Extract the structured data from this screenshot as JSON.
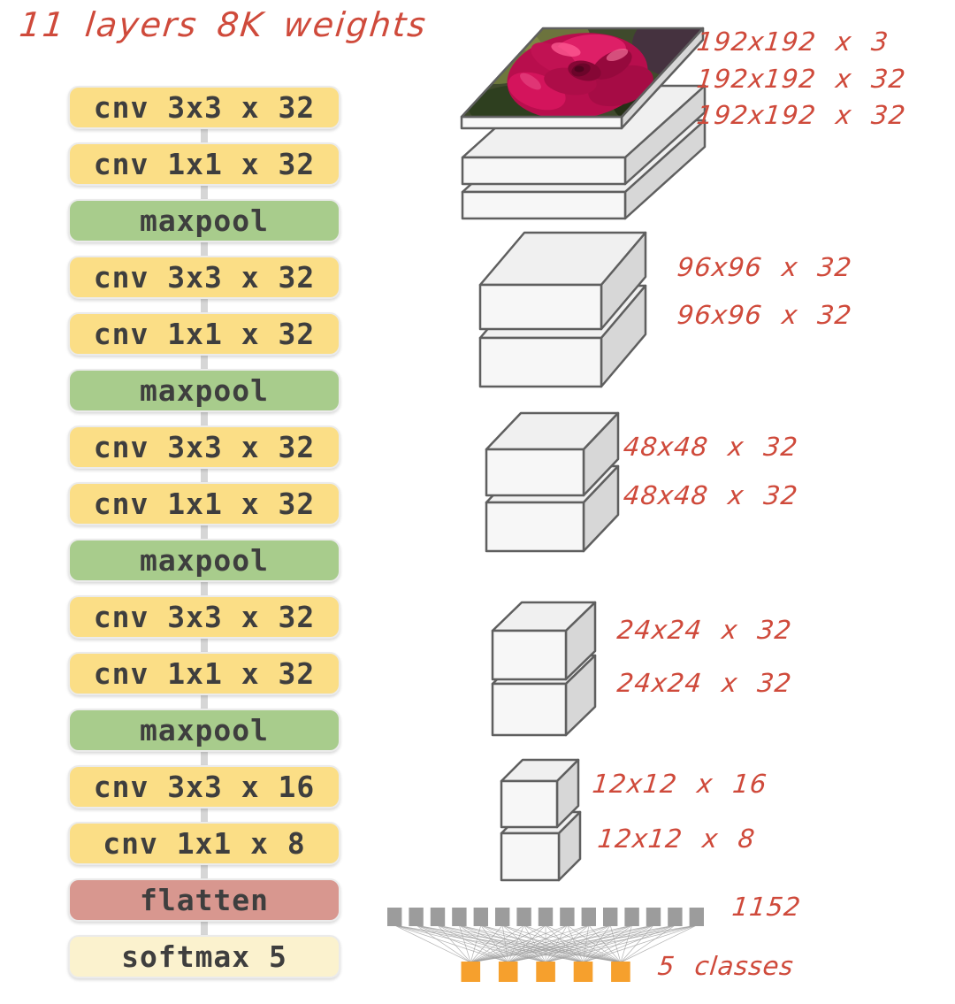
{
  "title": "11 layers 8K weights",
  "layers": [
    {
      "label": "cnv 3x3 x 32",
      "type": "conv"
    },
    {
      "label": "cnv 1x1 x 32",
      "type": "conv"
    },
    {
      "label": "maxpool",
      "type": "pool"
    },
    {
      "label": "cnv 3x3 x 32",
      "type": "conv"
    },
    {
      "label": "cnv 1x1 x 32",
      "type": "conv"
    },
    {
      "label": "maxpool",
      "type": "pool"
    },
    {
      "label": "cnv 3x3 x 32",
      "type": "conv"
    },
    {
      "label": "cnv 1x1 x 32",
      "type": "conv"
    },
    {
      "label": "maxpool",
      "type": "pool"
    },
    {
      "label": "cnv 3x3 x 32",
      "type": "conv"
    },
    {
      "label": "cnv 1x1 x 32",
      "type": "conv"
    },
    {
      "label": "maxpool",
      "type": "pool"
    },
    {
      "label": "cnv 3x3 x 16",
      "type": "conv"
    },
    {
      "label": "cnv 1x1 x 8",
      "type": "conv"
    },
    {
      "label": "flatten",
      "type": "flatten"
    },
    {
      "label": "softmax 5",
      "type": "softmax"
    }
  ],
  "feature_maps": [
    {
      "name": "input-stack",
      "labels": [
        "192x192 x 3",
        "192x192 x 32",
        "192x192 x 32"
      ]
    },
    {
      "name": "pool1-stack",
      "labels": [
        "96x96 x 32",
        "96x96 x 32"
      ]
    },
    {
      "name": "pool2-stack",
      "labels": [
        "48x48 x 32",
        "48x48 x 32"
      ]
    },
    {
      "name": "pool3-stack",
      "labels": [
        "24x24 x 32",
        "24x24 x 32"
      ]
    },
    {
      "name": "pool4-stack",
      "labels": [
        "12x12 x 16",
        "12x12 x 8"
      ]
    }
  ],
  "output_layer": {
    "flat_units": "1152",
    "flat_square_count": 15,
    "classes": "5 classes",
    "class_count": 5
  },
  "colors": {
    "conv_yellow": "#fbde86",
    "pool_green": "#a8cc8c",
    "flatten_pink": "#d8978f",
    "softmax_cream": "#fbf2ce",
    "annotation_red": "#cf4a3b",
    "unit_gray": "#9c9c9c",
    "class_orange": "#f6a02d",
    "edge_line_gray": "#9a9a9a"
  }
}
